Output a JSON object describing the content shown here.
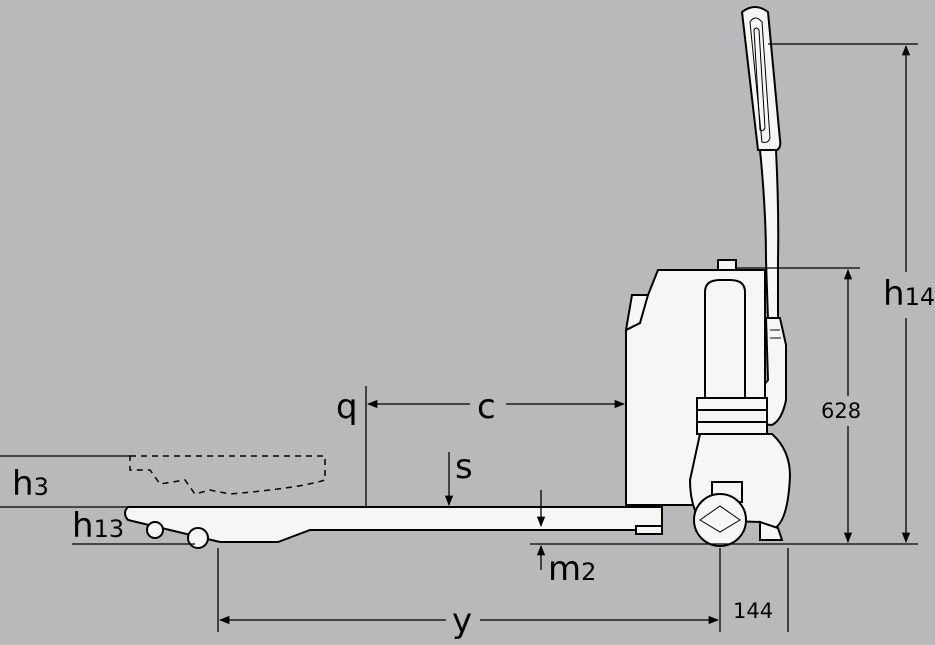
{
  "labels": {
    "q": "q",
    "c": "c",
    "s": "s",
    "h3_main": "h",
    "h3_sub": "3",
    "h13_main": "h",
    "h13_sub": "13",
    "h14_main": "h",
    "h14_sub": "14",
    "m2_main": "m",
    "m2_sub": "2",
    "y": "y",
    "dim_628": "628",
    "dim_144": "144"
  },
  "colors": {
    "background": "#b9b9bb",
    "truck_fill": "#f6f6f6",
    "line": "#000000"
  }
}
